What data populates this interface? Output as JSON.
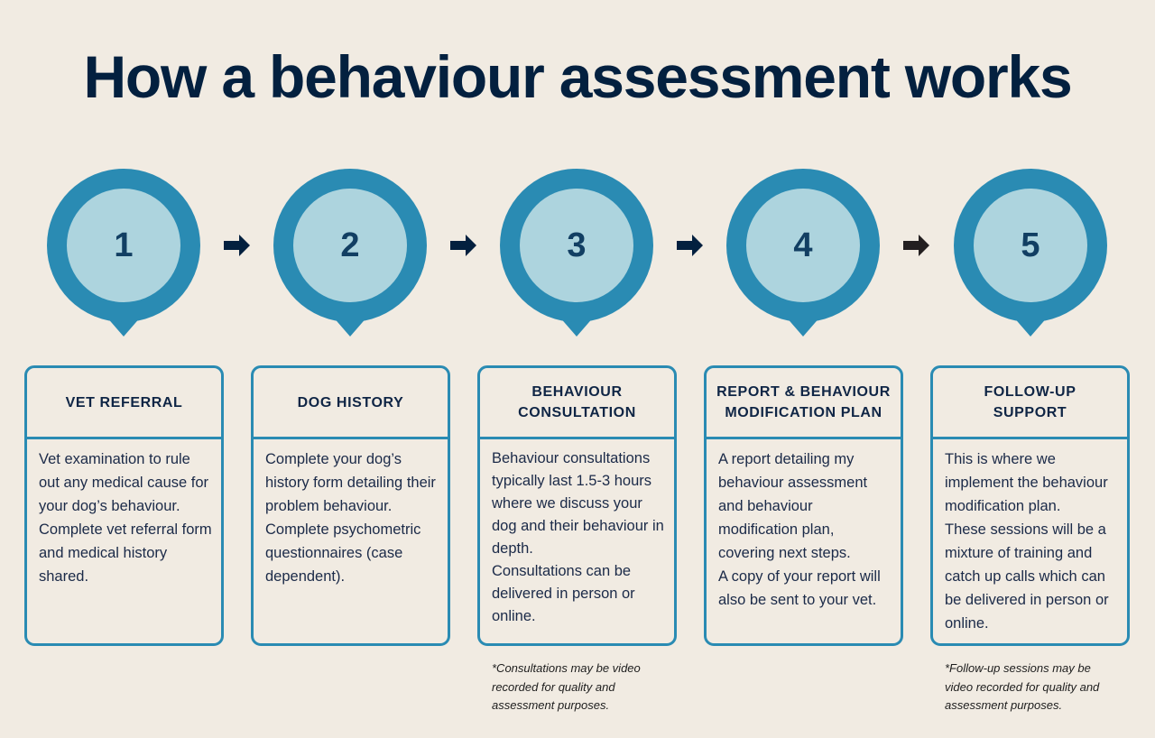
{
  "title": "How a behaviour assessment works",
  "colors": {
    "background": "#f1ebe2",
    "title": "#03203f",
    "circle_outer": "#2a8bb3",
    "circle_inner": "#add4de",
    "number": "#123f63",
    "card_border": "#2a8bb3",
    "arrow": "#03203f",
    "arrow_last": "#231f20"
  },
  "steps": [
    {
      "number": "1",
      "heading": "VET REFERRAL",
      "body": [
        "Vet examination to rule out any medical cause for your dog’s behaviour.",
        "Complete vet referral form and medical history shared."
      ]
    },
    {
      "number": "2",
      "heading": "DOG HISTORY",
      "body": [
        "Complete your dog’s history form detailing their problem behaviour.",
        "Complete psychometric questionnaires (case dependent)."
      ]
    },
    {
      "number": "3",
      "heading": "BEHAVIOUR CONSULTATION",
      "body": [
        "Behaviour consultations typically last 1.5-3 hours where we discuss your dog and their behaviour in depth.",
        "Consultations can be delivered in person or online."
      ],
      "footnote": "*Consultations may be video recorded for quality and assessment purposes."
    },
    {
      "number": "4",
      "heading": "REPORT & BEHAVIOUR MODIFICATION PLAN",
      "body": [
        "A report detailing my behaviour assessment and behaviour modification plan, covering next steps.",
        "A copy of your report will also be sent to your vet."
      ]
    },
    {
      "number": "5",
      "heading": "FOLLOW-UP SUPPORT",
      "body": [
        "This is where we implement the behaviour modification plan.",
        "These sessions will be a mixture of training and catch up calls which can be delivered in person or online."
      ],
      "footnote": "*Follow-up sessions may be video recorded for quality and assessment purposes."
    }
  ],
  "connectors": [
    {
      "icon": "arrow-right-icon"
    },
    {
      "icon": "arrow-right-icon"
    },
    {
      "icon": "arrow-right-icon"
    },
    {
      "icon": "arrow-right-icon"
    }
  ]
}
